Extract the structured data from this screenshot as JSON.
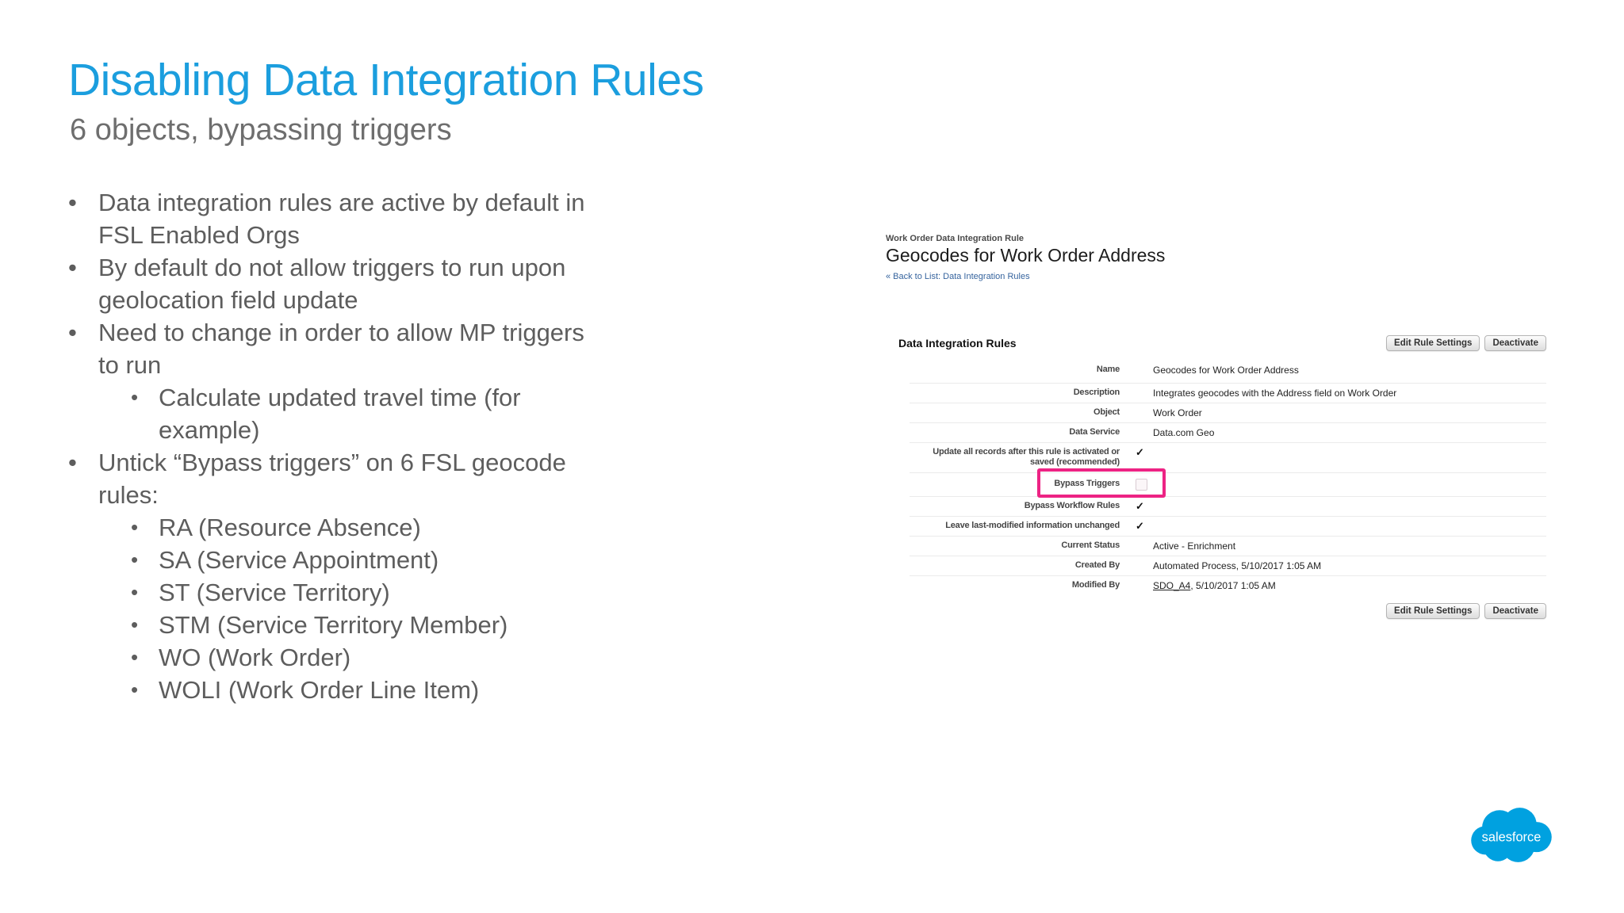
{
  "slide": {
    "title": "Disabling Data Integration Rules",
    "subtitle": "6 objects, bypassing triggers",
    "bullets": [
      {
        "level": 1,
        "text": "Data integration rules are active by default in\nFSL Enabled Orgs"
      },
      {
        "level": 1,
        "text": "By default do not allow triggers to run upon\ngeolocation field update"
      },
      {
        "level": 1,
        "text": "Need to change in order to allow MP triggers\nto run"
      },
      {
        "level": 2,
        "text": "Calculate updated travel time (for example)"
      },
      {
        "level": 1,
        "text": "Untick “Bypass triggers” on 6 FSL geocode\nrules:"
      },
      {
        "level": 2,
        "text": "RA (Resource Absence)"
      },
      {
        "level": 2,
        "text": "SA (Service Appointment)"
      },
      {
        "level": 2,
        "text": "ST (Service Territory)"
      },
      {
        "level": 2,
        "text": "STM (Service Territory Member)"
      },
      {
        "level": 2,
        "text": "WO (Work Order)"
      },
      {
        "level": 2,
        "text": "WOLI (Work Order Line Item)"
      }
    ]
  },
  "screenshot": {
    "record_type": "Work Order Data Integration Rule",
    "record_title": "Geocodes for Work Order Address",
    "back_link": "« Back to List: Data Integration Rules",
    "section_title": "Data Integration Rules",
    "buttons": {
      "edit": "Edit Rule Settings",
      "deactivate": "Deactivate"
    },
    "fields": [
      {
        "label": "Name",
        "type": "text",
        "value": "Geocodes for Work Order Address"
      },
      {
        "label": "Description",
        "type": "text",
        "value": "Integrates geocodes with the Address field on Work Order"
      },
      {
        "label": "Object",
        "type": "text",
        "value": "Work Order"
      },
      {
        "label": "Data Service",
        "type": "text",
        "value": "Data.com Geo"
      },
      {
        "label": "Update all records after this rule is activated or saved (recommended)",
        "type": "check",
        "value": "checked"
      },
      {
        "label": "Bypass Triggers",
        "type": "checkbox",
        "value": "unchecked",
        "highlight": true
      },
      {
        "label": "Bypass Workflow Rules",
        "type": "check",
        "value": "checked"
      },
      {
        "label": "Leave last-modified information unchanged",
        "type": "check",
        "value": "checked"
      },
      {
        "label": "Current Status",
        "type": "text",
        "value": "Active - Enrichment"
      },
      {
        "label": "Created By",
        "type": "text",
        "value": "Automated Process, 5/10/2017 1:05 AM"
      },
      {
        "label": "Modified By",
        "type": "link_prefix",
        "link": "SDO_A4",
        "rest": ", 5/10/2017 1:05 AM",
        "value": "SDO_A4, 5/10/2017 1:05 AM"
      }
    ]
  },
  "logo": {
    "text": "salesforce"
  },
  "colors": {
    "title_blue": "#1b9ede",
    "body_gray": "#5d5d5d",
    "highlight_pink": "#ed2384",
    "link_blue": "#36649e",
    "logo_blue": "#00a1e0",
    "checkmark": "#111111"
  },
  "glyphs": {
    "checkmark": "✓",
    "bullet": "•"
  }
}
